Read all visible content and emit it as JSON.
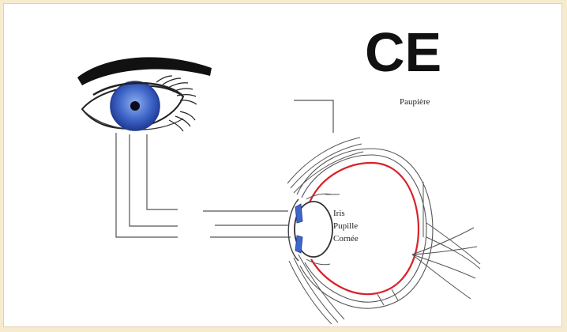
{
  "mark": "CE",
  "labels": {
    "paupiere": "Paupière",
    "iris": "Iris",
    "pupille": "Pupille",
    "cornee": "Cornée"
  },
  "colors": {
    "background": "#f7ebcf",
    "panel": "#ffffff",
    "iris_blue": "#3f66c9",
    "retina_red": "#d8222a",
    "line": "#555555"
  },
  "icons": [
    "eye-front-icon",
    "ce-mark-icon",
    "eye-cross-section-icon"
  ]
}
